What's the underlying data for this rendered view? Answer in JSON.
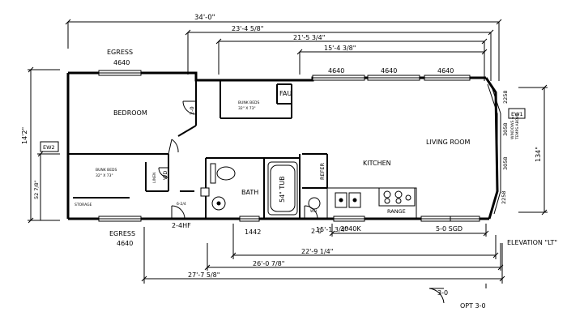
{
  "dimensions": {
    "overall": "34'-0\"",
    "d1": "23'-4 5/8\"",
    "d2": "21'-5 3/4\"",
    "d3": "15'-4 3/8\"",
    "width": "14'2\"",
    "left_sub": "52 7/8\"",
    "right": "134\"",
    "b1": "15'-1 3/4\"",
    "b2": "22'-9 1/4\"",
    "b3": "26'-0 7/8\"",
    "b4": "27'-7 5/8\""
  },
  "rooms": {
    "bedroom": "BEDROOM",
    "bath": "BATH",
    "kitchen": "KITCHEN",
    "living_room": "LIVING ROOM"
  },
  "labels": {
    "egress_top": "EGRESS",
    "win_top": "4640",
    "egress_bottom": "EGRESS",
    "win_bottom": "4640",
    "win_top_1": "4640",
    "win_top_2": "4640",
    "win_top_3": "4640",
    "bay_1": "2258",
    "bay_2": "3058",
    "bay_3": "3058",
    "bay_4": "2258",
    "fau": "FAU",
    "bunk_beds_top": "BUNK BEDS",
    "bunk_size_top": "32\" X 73\"",
    "bunk_beds_left": "BUNK BEDS",
    "bunk_size_left": "32\" X 73\"",
    "storage": "STORAGE",
    "linen": "LINEN",
    "wd": "WD",
    "closet_door": "2-0",
    "tub": "54\" TUB",
    "refer": "REFER",
    "range": "RANGE",
    "wh": "WH",
    "door_front": "2-4HF",
    "small_note": "6-2/4",
    "win_1442": "1442",
    "door_20": "2-0",
    "win_3040k": "3040K",
    "sgd": "5-0 SGD",
    "elevation": "ELEVATION \"LT\"",
    "ew1": "EW1",
    "ew2": "EW2",
    "ew1_note_1": "WINDOWS &",
    "ew1_note_2": "TEMPS ABOVE",
    "opt_door": "3-0",
    "opt_label": "OPT 3-0"
  }
}
